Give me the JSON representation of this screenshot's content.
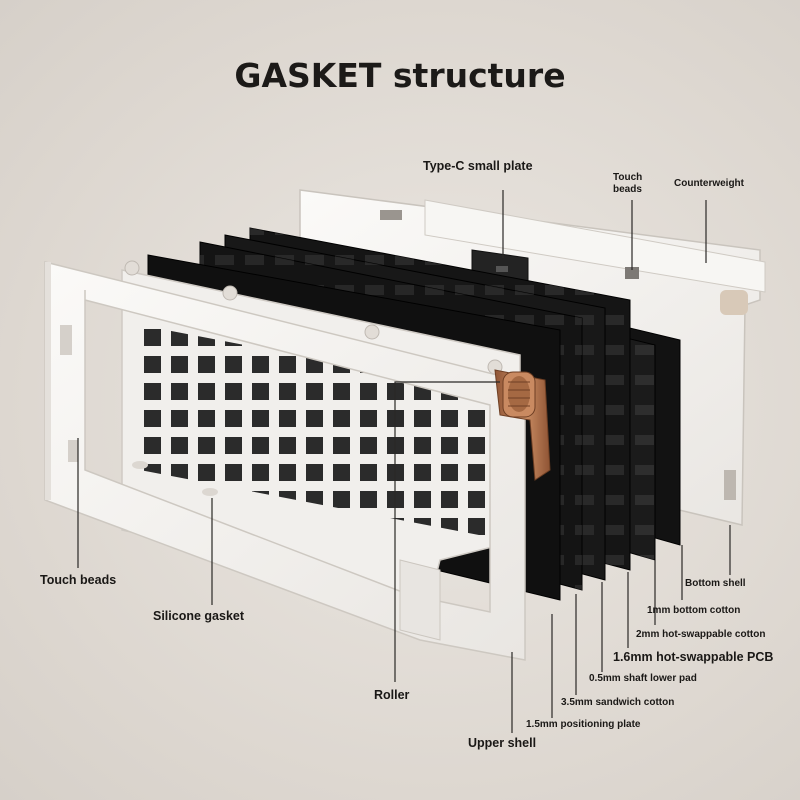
{
  "title": "GASKET structure",
  "labels": {
    "type_c_small_plate": "Type-C small plate",
    "touch_beads_top": "Touch beads",
    "counterweight": "Counterweight",
    "touch_beads": "Touch beads",
    "silicone_gasket": "Silicone gasket",
    "roller": "Roller",
    "upper_shell": "Upper shell",
    "bottom_shell": "Bottom shell",
    "bottom_cotton": "1mm bottom cotton",
    "hotswap_cotton": "2mm hot-swappable cotton",
    "pcb": "1.6mm hot-swappable PCB",
    "shaft_lower_pad": "0.5mm shaft lower pad",
    "sandwich_cotton": "3.5mm sandwich cotton",
    "positioning_plate": "1.5mm positioning plate"
  },
  "colors": {
    "background": "#e3ded8",
    "shell_white": "#f4f2ef",
    "foam_black": "#151515",
    "roller_copper": "#b9774c"
  }
}
